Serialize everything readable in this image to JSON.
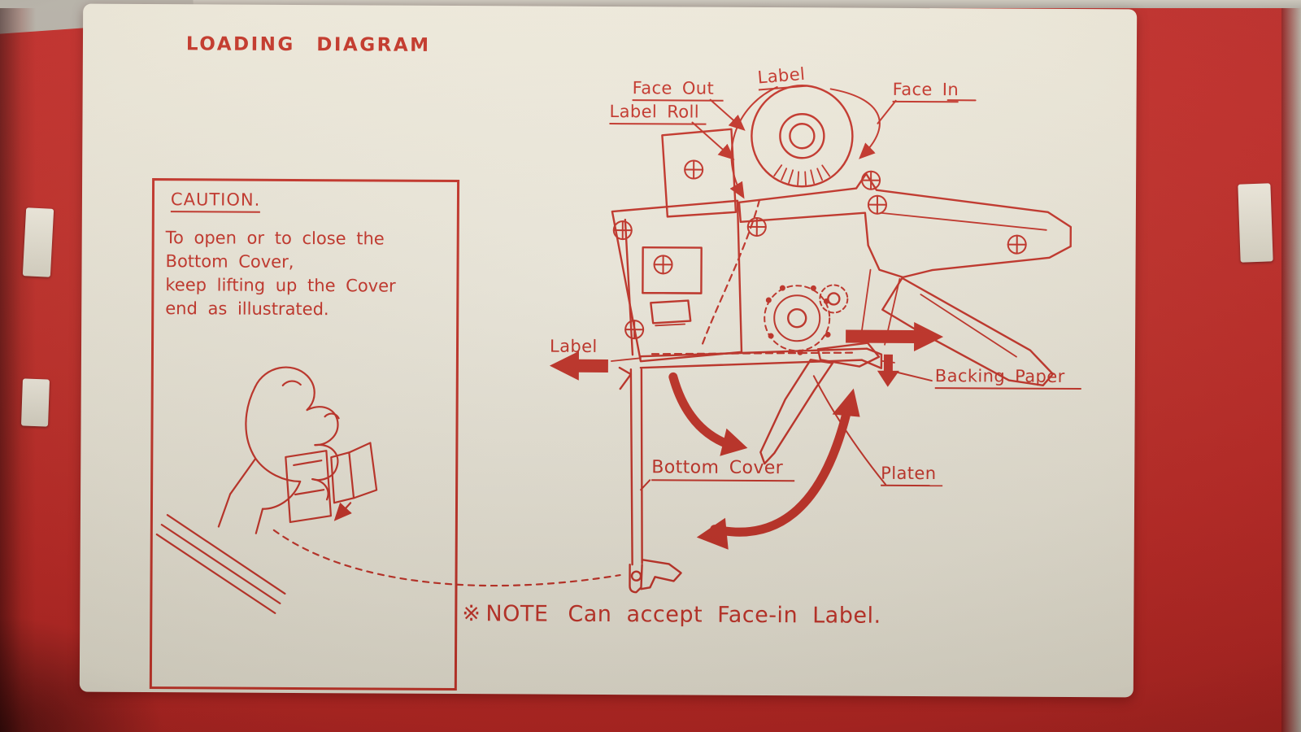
{
  "title": "LOADING DIAGRAM",
  "caution": {
    "heading": "CAUTION.",
    "lines": [
      "To open or to close the",
      "Bottom Cover,",
      "keep lifting up the Cover",
      "end as illustrated."
    ]
  },
  "diagram": {
    "labels": {
      "face_out": "Face Out",
      "label_roll": "Label Roll",
      "label_top": "Label",
      "face_in": "Face In",
      "label_left": "Label",
      "backing_paper": "Backing Paper",
      "bottom_cover": "Bottom Cover",
      "platen": "Platen"
    }
  },
  "note": {
    "symbol": "※",
    "label": "NOTE",
    "text": "Can accept Face-in Label."
  },
  "colors": {
    "box_red": "#bf2a26",
    "ink_red": "#c5352a",
    "panel_cream": "#ece7d9"
  }
}
